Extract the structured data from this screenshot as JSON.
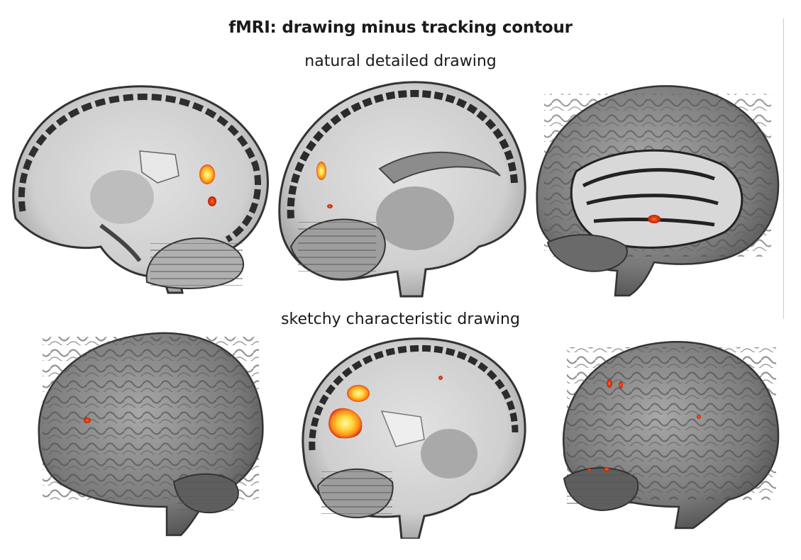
{
  "figure": {
    "title": "fMRI: drawing minus tracking contour",
    "rows": [
      {
        "label": "natural detailed drawing",
        "views": [
          "medial sagittal slice (right)",
          "medial sagittal slice (left)",
          "lateral surface with cut"
        ]
      },
      {
        "label": "sketchy characteristic drawing",
        "views": [
          "lateral surface",
          "medial sagittal slice",
          "lateral surface"
        ]
      }
    ],
    "colors": {
      "activation_hot": "#ffe34a",
      "activation_mid": "#ff8a1c",
      "activation_edge": "#c81e0a",
      "brain_light": "#d9d9d9",
      "brain_dark": "#3a3a3a"
    }
  }
}
